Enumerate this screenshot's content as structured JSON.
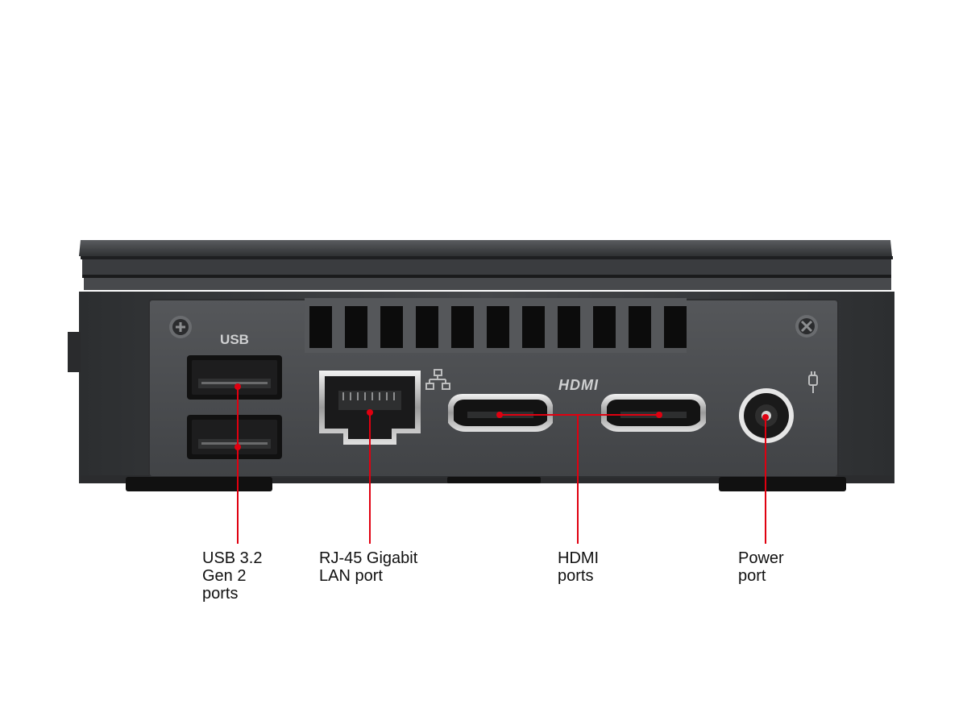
{
  "device": {
    "panel_usb_text": "USB",
    "panel_hdmi_text": "HDMI",
    "colors": {
      "chassis": "#3f4144",
      "panel": "#4b4d50",
      "port_black": "#141414",
      "callout_red": "#e00010"
    }
  },
  "callouts": [
    {
      "id": "usb",
      "lines": [
        "USB 3.2",
        "Gen 2",
        "ports"
      ]
    },
    {
      "id": "lan",
      "lines": [
        "RJ-45 Gigabit",
        "LAN port"
      ]
    },
    {
      "id": "hdmi",
      "lines": [
        "HDMI",
        "ports"
      ]
    },
    {
      "id": "power",
      "lines": [
        "Power",
        "port"
      ]
    }
  ]
}
